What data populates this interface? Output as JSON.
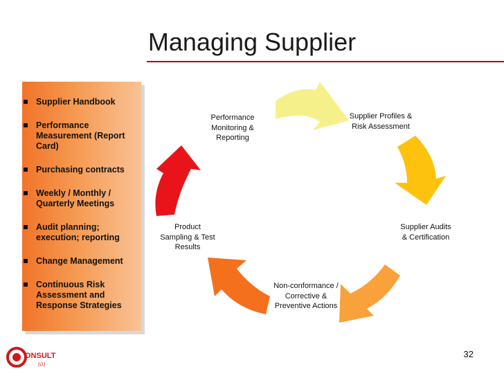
{
  "slide": {
    "title": "Managing Supplier",
    "page_number": "32"
  },
  "sidebar": {
    "items": [
      "Supplier Handbook",
      "Performance Measurement (Report Card)",
      "Purchasing contracts",
      "Weekly / Monthly / Quarterly Meetings",
      "Audit planning; execution; reporting",
      "Change Management",
      "Continuous Risk Assessment and Response Strategies"
    ]
  },
  "cycle": {
    "steps": [
      {
        "label": "Supplier Profiles & Risk Assessment",
        "arrow_color": "#f6f08a"
      },
      {
        "label": "Supplier Audits & Certification",
        "arrow_color": "#fcc20e"
      },
      {
        "label": "Non-conformance / Corrective & Preventive Actions",
        "arrow_color": "#f9a13a"
      },
      {
        "label": "Product Sampling & Test Results",
        "arrow_color": "#f4701c"
      },
      {
        "label": "Performance Monitoring & Reporting",
        "arrow_color": "#e8141a"
      }
    ]
  },
  "logo": {
    "text": "ONSULT",
    "subtext": "101",
    "color": "#cc1a1a"
  },
  "colors": {
    "accent_rule": "#b30000"
  }
}
